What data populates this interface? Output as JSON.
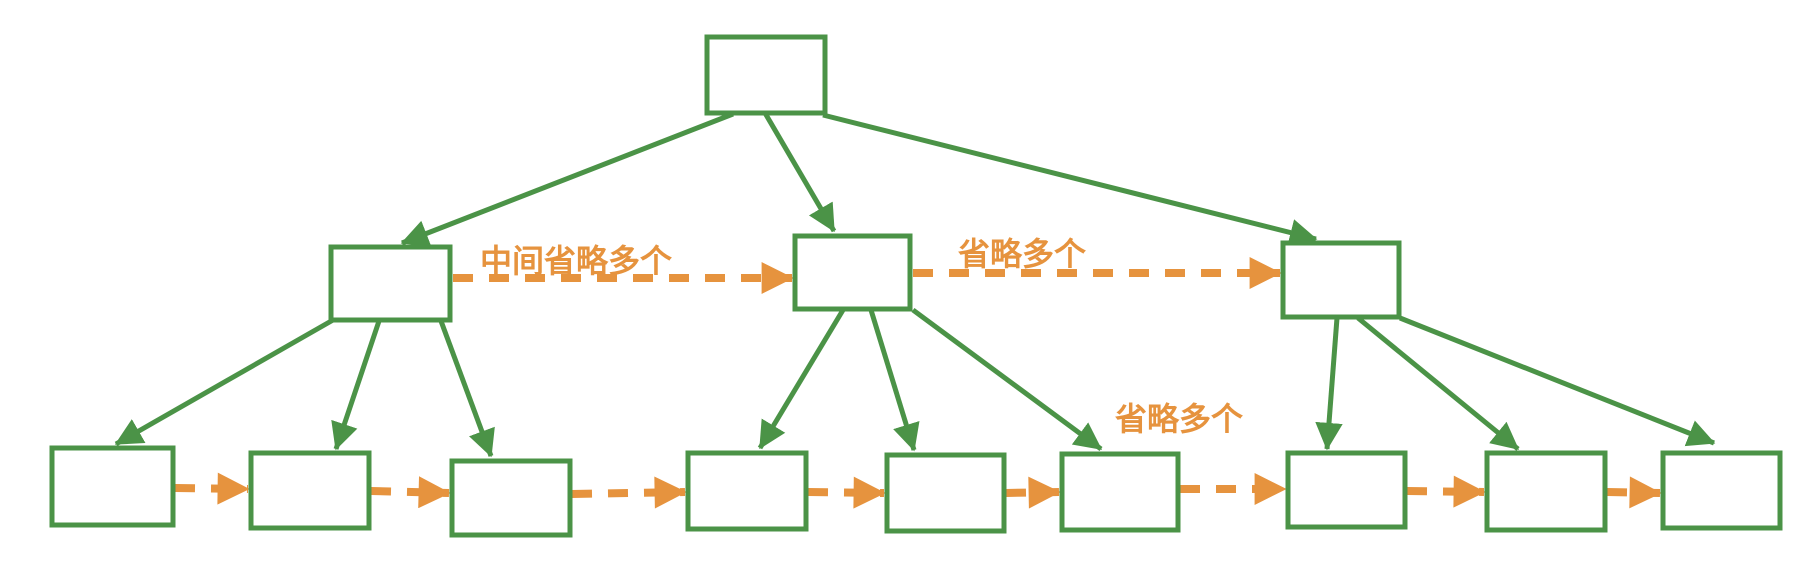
{
  "diagram": {
    "type": "bplus-tree",
    "description": "Tree of empty boxes: 1 root, 3 internal nodes, 9 leaf nodes; green solid arrows are parent-child edges; orange dashed arrows chain nodes of the same level left-to-right",
    "structure": {
      "root_nodes": 1,
      "internal_nodes": 3,
      "leaf_nodes": 9
    }
  },
  "labels": {
    "internal_link_left": "中间省略多个",
    "internal_link_right": "省略多个",
    "leaf_link": "省略多个"
  },
  "colors": {
    "green": "#4b9347",
    "orange": "#e6933e",
    "bg": "#ffffff"
  }
}
